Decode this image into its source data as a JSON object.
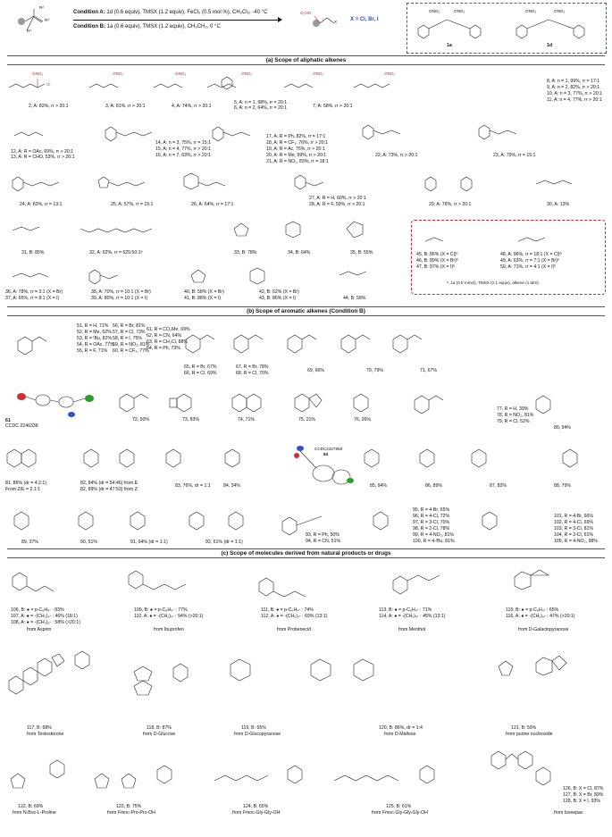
{
  "header": {
    "cond_a_label": "Condition A:",
    "cond_a_text": " 1d (0.6 equiv), TMSX (1.2 equiv), FeCl₂ (0.5 mol %), CH₂Cl₂, -40 °C",
    "cond_b_label": "Condition B:",
    "cond_b_text": " 1a (0.6 equiv), TMSX (1.2 equiv), CH₃CH₂, 0 °C",
    "x_label": "X = Cl, Br, I",
    "reagent_1a": "1a",
    "reagent_1d": "1d",
    "r_labels": [
      "R²",
      "R³",
      "R¹",
      "O₂NO",
      "X"
    ]
  },
  "sections": {
    "a": "(a) Scope of aliphatic alkenes",
    "b": "(b) Scope of aromatic alkenes (Condition B)",
    "c": "(c) Scope of molecules derived from natural products or drugs"
  },
  "aliphatic_row1": [
    "2, A: 82%, rr > 20:1",
    "3, A: 81%, rr > 20:1",
    "4, A: 74%, rr > 20:1",
    "5, A: n = 1, 98%, rr = 20:1",
    "6, A: n = 2, 64%, rr = 20:1",
    "7, A: 58%, rr > 20:1",
    "8, A: n = 1, 99%, rr = 17:1",
    "9, A: n = 2, 82%, rr > 20:1",
    "10, A: n = 3, 77%, rr > 20:1",
    "11, A: n = 4, 77%, rr > 20:1"
  ],
  "aliphatic_row2": [
    "12, A: R = OAc, 69%, rr > 20:1",
    "13, A: R = CHO, 53%, rr > 20:1",
    "14, A: n = 3, 75%, rr = 15:1",
    "15, A: n = 4, 77%, rr > 20:1",
    "16, A: n = 7, 63%, rr > 20:1",
    "17, A: R = Ph, 82%, rr = 17:1",
    "18, A: R = CF₃, 76%, rr > 20:1",
    "19, A: R = Ac, 76%, rr > 20:1",
    "20, A: R = Me, 99%, rr > 20:1",
    "21, A: R = NO₂, 83%, rr = 18:1",
    "22, A: 73%, rr > 20:1",
    "23, A: 79%, rr = 15:1"
  ],
  "aliphatic_row3": [
    "24, A: 83%, rr = 13:1",
    "25, A: 57%, rr = 15:1",
    "26, A: 64%, rr = 17:1",
    "27, A: R = H, 60%, rr > 20:1",
    "28, A: R = F, 59%, rr > 20:1",
    "29, A: 76%, rr > 20:1",
    "30, A: 13%"
  ],
  "aliphatic_row4": [
    "31, B: 85%",
    "32, A: 62%, rr = 625:50:1ᵃ",
    "33, B: 78%",
    "34, B: 64%",
    "35, B: 55%"
  ],
  "aliphatic_row5": [
    "36, A: 78%, rr = 3:1 (X = Br)",
    "37, A: 65%, rr = 8:1 (X = I)",
    "38, A: 70%, rr = 10:1 (X = Br)",
    "39, A: 80%, rr = 10:1 (X = I)",
    "40, B: 58% (X = Br)",
    "41, B: 88% (X = I)",
    "42, B: 62% (X = Br)",
    "43, B: 86% (X = I)",
    "44, B: 58%"
  ],
  "redbox": [
    "45, B: 86% (X = Cl)ᵇ",
    "46, B: 89% (X = Br)ᵇ",
    "47, B: 97% (X = I)ᵇ",
    "48, A: 96%, rr = 18:1 (X = Cl)ᵇ",
    "49, A: 63%, rr = 7:1 (X = Br)ᵇ",
    "50, A: 71%, rr = 4:1 (X = I)ᵇ",
    "ᵇ, 1a (0.5 mmol), TMSX (2.1 equiv), alkene (1 atm)"
  ],
  "aromatic_row1": [
    "51, R = H, 71%",
    "52, R = Me, 62%",
    "53, R = ᵗBu, 82%",
    "54, R = OAc, 77%",
    "55, R = F, 71%",
    "56, R = Br, 81%",
    "57, R = Cl, 73%",
    "58, R = I, 75%",
    "59, R = NO₂, 81%",
    "60, R = CF₃, 77%",
    "61, R = CO₂Me, 69%",
    "62, R = CN, 64%",
    "63, R = CH₂Cl, 88%",
    "64, R = Ph, 73%",
    "65, R = Br, 67%",
    "66, R = Cl, 69%",
    "67, R = Br, 78%",
    "68, R = Cl, 70%",
    "69, 66%",
    "70, 79%",
    "71, 67%"
  ],
  "aromatic_row2": [
    "61",
    "CCDC 2246338",
    "72, 50%",
    "73, 83%",
    "74, 71%",
    "75, 21%",
    "76, 26%",
    "77, R = H, 39%",
    "78, R = NO₂, 81%",
    "79, R = Cl, 52%",
    "80, 94%"
  ],
  "aromatic_row3": [
    "81, 86% (dr = 4.2:1)",
    "From Z/E = 2.1:1",
    "82, 84% (dr = 54:46) from E",
    "82, 89% (dr = 47:53) from Z",
    "83, 76%, dr = 1:1",
    "84, 34%",
    "CCDC2327858",
    "84",
    "85, 94%",
    "86, 89%",
    "87, 82%",
    "88, 79%"
  ],
  "aromatic_row4": [
    "89, 37%",
    "90, 51%",
    "91, 64% (dr = 1:1)",
    "92, 61% (dr = 1:1)",
    "93, R = Ph, 50%",
    "94, R = CN, 51%",
    "95, R = 4-Br, 65%",
    "96, R = 4-Cl, 72%",
    "97, R = 3-Cl, 70%",
    "98, R = 2-Cl, 78%",
    "99, R = 4-NO₂, 81%",
    "100, R = 4-ᵗBu, 81%",
    "101, R = 4-Br, 66%",
    "102, R = 4-Cl, 69%",
    "103, R = 3-Cl, 81%",
    "104, R = 2-Cl, 61%",
    "105, R = 4-NO₂, 98%"
  ],
  "natural_row1": [
    "106, B: ● = p-C₆H₄- : 83%",
    "107, A: ● = -(CH₂)₄- : 46% (18:1)",
    "108, A: ● = -(CH₂)₉- : 58% (>20:1)",
    "from Aspirin",
    "109, B: ● = p-C₆H₄- : 77%",
    "110, A: ● = -(CH₂)₉- : 94% (>20:1)",
    "from Ibuprofen",
    "111, B: ● = p-C₆H₄- : 74%",
    "112, A: ● = -(CH₂)₄- : 69% (13:1)",
    "from Probenecid",
    "113, B: ● = p-C₆H₄- : 71%",
    "114, A: ● = -(CH₂)₄- : 45% (13:1)",
    "from Menthol",
    "115, B: ● = p-C₆H₄- : 65%",
    "116, A: ● = -(CH₂)₄- : 47% (>20:1)",
    "from D-Galactopyranose"
  ],
  "natural_row2": [
    "117, B: 68%",
    "from Testosterone",
    "118, B: 87%",
    "from D-Glucose",
    "119, B: 65%",
    "from D-Glucopyranose",
    "120, B: 86%, dr = 1:4",
    "from D-Maltose",
    "121, B: 59%",
    "from purine nucleoside"
  ],
  "natural_row3": [
    "122, B: 69%",
    "from N-Boc-L-Proline",
    "123, B: 75%",
    "from Fmoc-Pro-Pro-OH",
    "124, B: 65%",
    "from Fmoc-Gly-Gly-OH",
    "125, B: 61%",
    "from Fmoc-Gly-Gly-Gly-OH",
    "126, B: X = Cl, 87%",
    "127, B: X = Br, 89%",
    "128, B: X = I, 93%",
    "from Isoxepac"
  ],
  "atom_labels": {
    "ono2": "ONO₂",
    "o2no": "O₂NO",
    "cl": "Cl",
    "br": "Br",
    "i": "I",
    "x": "X"
  }
}
